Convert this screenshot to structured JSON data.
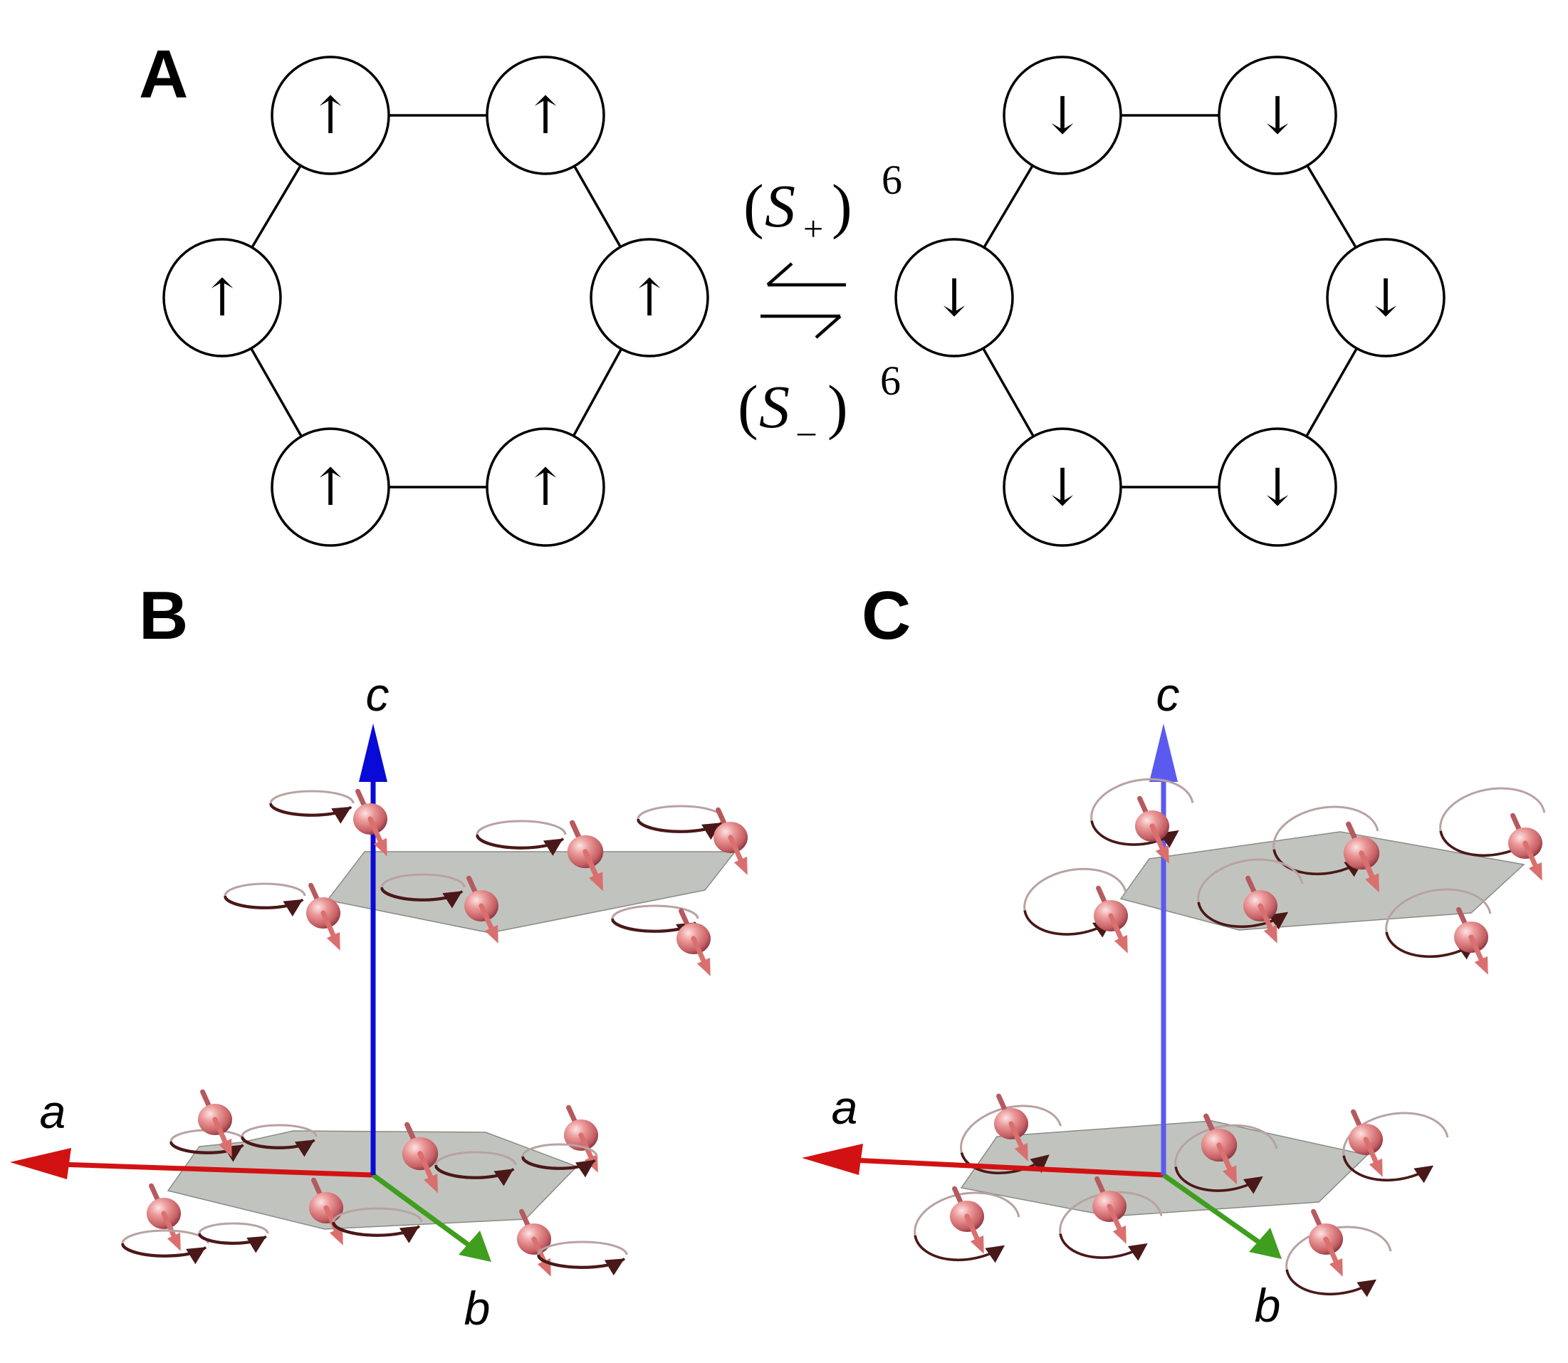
{
  "panels": {
    "A": {
      "label": "A",
      "left_spins": [
        "↑",
        "↑",
        "↑",
        "↑",
        "↑",
        "↑"
      ],
      "right_spins": [
        "↓",
        "↓",
        "↓",
        "↓",
        "↓",
        "↓"
      ],
      "operator_top": {
        "paren_open": "(",
        "symbol": "S",
        "subscript": "+",
        "paren_close": ")",
        "exponent": "6"
      },
      "operator_bottom": {
        "paren_open": "(",
        "symbol": "S",
        "subscript": "–",
        "paren_close": ")",
        "exponent": "6"
      },
      "exchange_symbol": "⇋"
    },
    "B": {
      "label": "B",
      "axes": {
        "a": "a",
        "b": "b",
        "c": "c"
      }
    },
    "C": {
      "label": "C",
      "axes": {
        "a": "a",
        "b": "b",
        "c": "c"
      }
    }
  },
  "colors": {
    "axis_a": "#d21212",
    "axis_b": "#3f9e1e",
    "axis_c_B": "#0a0ad6",
    "axis_c_C": "#5a5af0",
    "spin_sphere": "#e07c7c",
    "orbit_arrow": "#4a1818",
    "plane": "#a9ada5"
  }
}
